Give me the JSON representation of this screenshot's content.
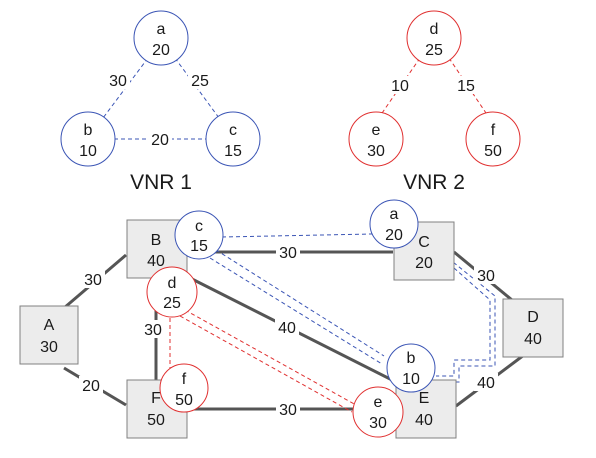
{
  "vnr1": {
    "title": "VNR 1",
    "nodes": [
      {
        "name": "a",
        "capacity": "20"
      },
      {
        "name": "b",
        "capacity": "10"
      },
      {
        "name": "c",
        "capacity": "15"
      }
    ],
    "links": [
      {
        "from": "a",
        "to": "b",
        "bandwidth": "30"
      },
      {
        "from": "a",
        "to": "c",
        "bandwidth": "25"
      },
      {
        "from": "b",
        "to": "c",
        "bandwidth": "20"
      }
    ],
    "color": "#3b55b5"
  },
  "vnr2": {
    "title": "VNR 2",
    "nodes": [
      {
        "name": "d",
        "capacity": "25"
      },
      {
        "name": "e",
        "capacity": "30"
      },
      {
        "name": "f",
        "capacity": "50"
      }
    ],
    "links": [
      {
        "from": "d",
        "to": "e",
        "bandwidth": "10"
      },
      {
        "from": "d",
        "to": "f",
        "bandwidth": "15"
      }
    ],
    "color": "#e03030"
  },
  "substrate": {
    "nodes": [
      {
        "name": "A",
        "capacity": "30"
      },
      {
        "name": "B",
        "capacity": "40"
      },
      {
        "name": "C",
        "capacity": "20"
      },
      {
        "name": "D",
        "capacity": "40"
      },
      {
        "name": "E",
        "capacity": "40"
      },
      {
        "name": "F",
        "capacity": "50"
      }
    ],
    "links": [
      {
        "from": "A",
        "to": "B",
        "bandwidth": "30"
      },
      {
        "from": "A",
        "to": "F",
        "bandwidth": "20"
      },
      {
        "from": "B",
        "to": "C",
        "bandwidth": "30"
      },
      {
        "from": "B",
        "to": "F",
        "bandwidth": "30"
      },
      {
        "from": "B",
        "to": "E",
        "bandwidth": "40"
      },
      {
        "from": "C",
        "to": "D",
        "bandwidth": "30"
      },
      {
        "from": "D",
        "to": "E",
        "bandwidth": "40"
      },
      {
        "from": "F",
        "to": "E",
        "bandwidth": "30"
      }
    ]
  },
  "mapped_virtual_nodes": [
    {
      "name": "c",
      "capacity": "15",
      "host": "B"
    },
    {
      "name": "a",
      "capacity": "20",
      "host": "C"
    },
    {
      "name": "d",
      "capacity": "25",
      "host": "B"
    },
    {
      "name": "b",
      "capacity": "10",
      "host": "E"
    },
    {
      "name": "f",
      "capacity": "50",
      "host": "F"
    },
    {
      "name": "e",
      "capacity": "30",
      "host": "E"
    }
  ],
  "colors": {
    "virtual_blue": "#3b55b5",
    "virtual_red": "#e03030",
    "substrate_link": "#555555",
    "substrate_box_fill": "#ececec",
    "substrate_box_stroke": "#808080"
  }
}
